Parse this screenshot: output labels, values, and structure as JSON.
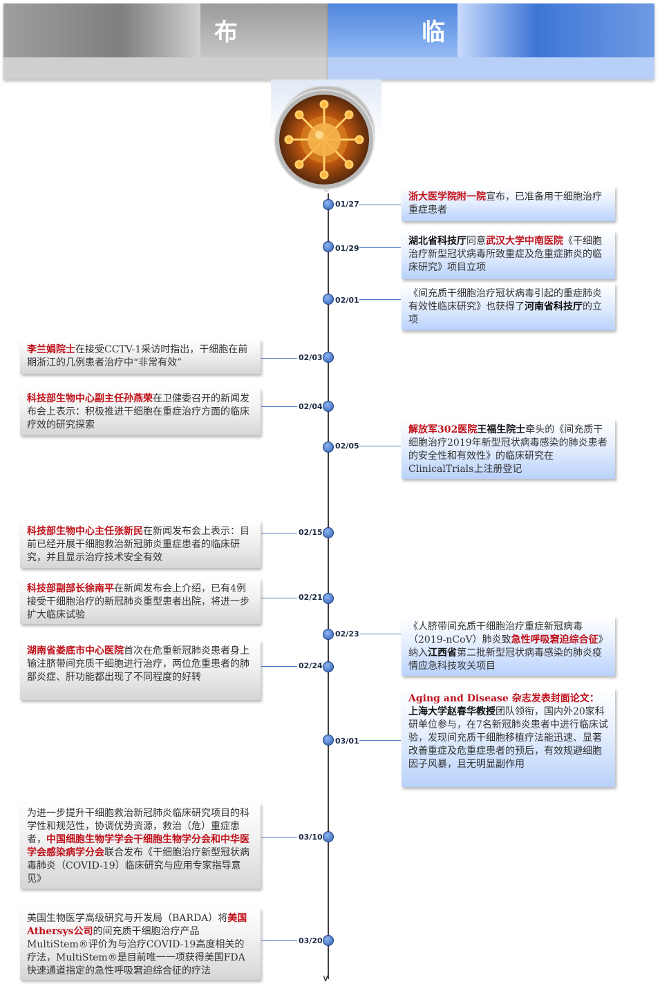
{
  "header": {
    "left_title": "布",
    "right_title": "临"
  },
  "timeline": {
    "d0127": "01/27",
    "d0129": "01/29",
    "d0201": "02/01",
    "d0203": "02/03",
    "d0204": "02/04",
    "d0205": "02/05",
    "d0215": "02/15",
    "d0221": "02/21",
    "d0223": "02/23",
    "d0224": "02/24",
    "d0301": "03/01",
    "d0310": "03/10",
    "d0320": "03/20"
  },
  "events": {
    "e0127": {
      "a": "浙大医学院附一院",
      "b": "宣布，已准备用干细胞治疗重症患者"
    },
    "e0129": {
      "a": "湖北省科技厅",
      "b": "同意",
      "c": "武汉大学中南医院",
      "d": "《干细胞治疗新型冠状病毒所致重症及危重症肺炎的临床研究》项目立项"
    },
    "e0201": {
      "a": "《间充质干细胞治疗冠状病毒引起的重症肺炎有效性临床研究》也获得了",
      "b": "河南省科技厅",
      "c": "的立项"
    },
    "e0203": {
      "a": "李兰娟院士",
      "b": "在接受CCTV-1采访时指出，干细胞在前期浙江的几例患者治疗中“非常有效”"
    },
    "e0204": {
      "a": "科技部生物中心副主任孙燕荣",
      "b": "在卫健委召开的新闻发布会上表示：积极推进干细胞在重症治疗方面的临床疗效的研究探索"
    },
    "e0205": {
      "a": "解放军302医院",
      "b": "王福生院士",
      "c": "牵头的《间充质干细胞治疗2019年新型冠状病毒感染的肺炎患者的安全性和有效性》的临床研究在ClinicalTrials上注册登记"
    },
    "e0215": {
      "a": "科技部生物中心主任张新民",
      "b": "在新闻发布会上表示：目前已经开展干细胞救治新冠肺炎重症患者的临床研究，并且显示治疗技术安全有效"
    },
    "e0221": {
      "a": "科技部副部长徐南平",
      "b": "在新闻发布会上介绍，已有4例接受干细胞治疗的新冠肺炎重型患者出院，将进一步扩大临床试验"
    },
    "e0223": {
      "a": "《人脐带间充质干细胞治疗重症新冠病毒（2019-nCoV）肺炎致",
      "b": "急性呼吸窘迫综合征",
      "c": "》纳入",
      "d": "江西省",
      "e": "第二批新型冠状病毒感染的肺炎疫情应急科技攻关项目"
    },
    "e0224": {
      "a": "湖南省娄底市中心医院",
      "b": "首次在危重新冠肺炎患者身上输注脐带间充质干细胞进行治疗，两位危重患者的肺部炎症、肝功能都出现了不同程度的好转"
    },
    "e0301": {
      "a": "Aging and Disease 杂志发表封面论文：",
      "b": "上海大学赵春华教授",
      "c": "团队领衔，国内外20家科研单位参与，在7名新冠肺炎患者中进行临床试验，发现间充质干细胞移植疗法能迅速、显著改善重症及危重症患者的预后，有效规避细胞因子风暴，且无明显副作用"
    },
    "e0310": {
      "a": "为进一步提升干细胞救治新冠肺炎临床研究项目的科学性和规范性，协调优势资源，救治（危）重症患者，",
      "b": "中国细胞生物学学会干细胞生物学分会和中华医学会感染病学分会",
      "c": "联合发布《干细胞治疗新型冠状病毒肺炎（COVID-19）临床研究与应用专家指导意见》"
    },
    "e0320": {
      "a": "美国生物医学高级研究与开发局（BARDA）将",
      "b": "美国Athersys公司",
      "c": "的间充质干细胞治疗产品MultiStem®评价为与治疗COVID-19高度相关的疗法，MultiStem®是目前唯一一项获得美国FDA快速通道指定的急性呼吸窘迫综合征的疗法"
    }
  },
  "colors": {
    "accent_red": "#c0111a",
    "axis_dot": "#2d5fb8",
    "header_blue": "#4f86de",
    "header_gray": "#9a9a9a"
  },
  "icons": {
    "center": "virus-image"
  }
}
